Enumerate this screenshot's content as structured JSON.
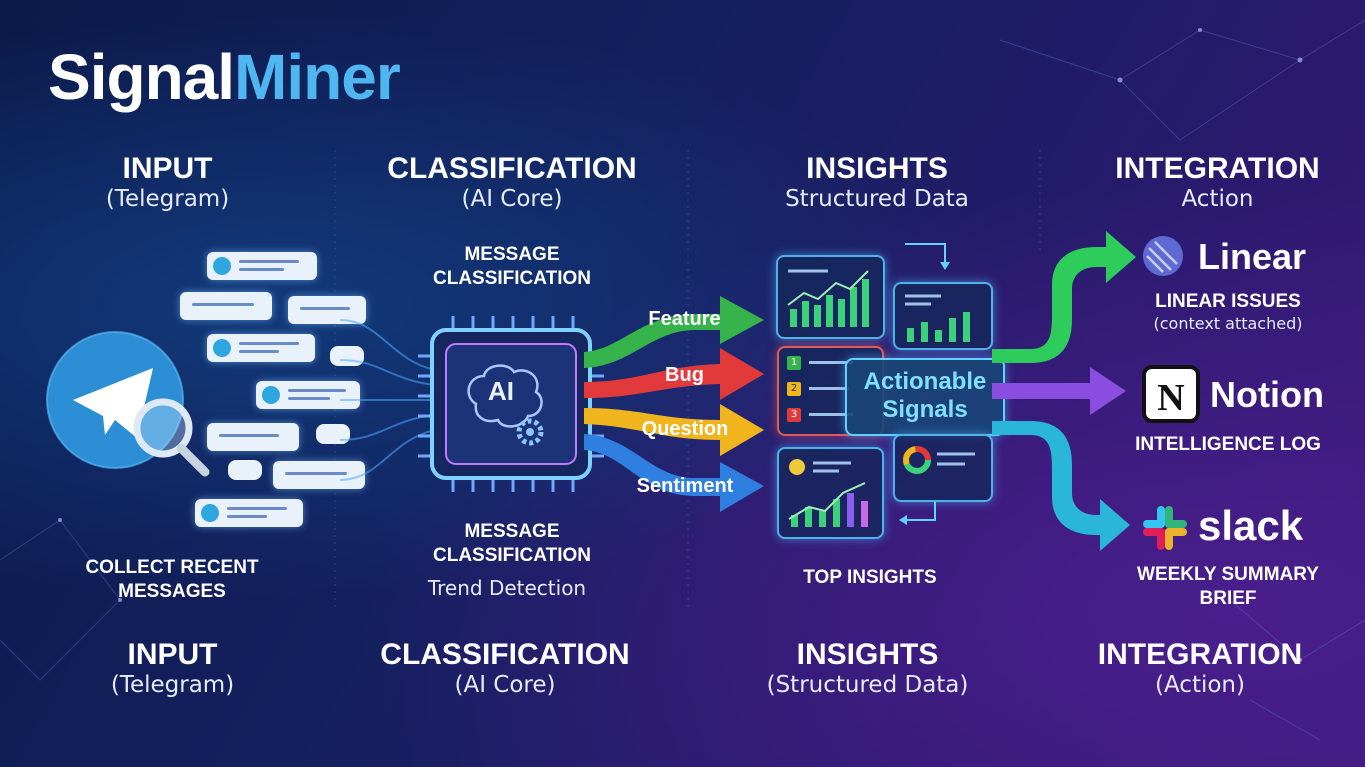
{
  "title": {
    "part1": "Signal",
    "part2": "Miner"
  },
  "top_columns": [
    {
      "heading": "INPUT",
      "sub": "(Telegram)"
    },
    {
      "heading": "CLASSIFICATION",
      "sub": "(AI Core)"
    },
    {
      "heading": "INSIGHTS",
      "sub": "Structured Data"
    },
    {
      "heading": "INTEGRATION",
      "sub": "Action"
    }
  ],
  "bottom_columns": [
    {
      "heading": "INPUT",
      "sub": "(Telegram)"
    },
    {
      "heading": "CLASSIFICATION",
      "sub": "(AI Core)"
    },
    {
      "heading": "INSIGHTS",
      "sub": "(Structured Data)"
    },
    {
      "heading": "INTEGRATION",
      "sub": "(Action)"
    }
  ],
  "input": {
    "caption_line1": "COLLECT RECENT",
    "caption_line2": "MESSAGES"
  },
  "classification": {
    "top_line1": "MESSAGE",
    "top_line2": "CLASSIFICATION",
    "chip_text": "AI",
    "bottom_line1": "MESSAGE",
    "bottom_line2": "CLASSIFICATION",
    "bottom_sub": "Trend Detection"
  },
  "categories": [
    {
      "label": "Feature",
      "color": "#36b34a"
    },
    {
      "label": "Bug",
      "color": "#e23a3a"
    },
    {
      "label": "Question",
      "color": "#f0b51c"
    },
    {
      "label": "Sentiment",
      "color": "#2f7fe0"
    }
  ],
  "insights": {
    "center_line1": "Actionable",
    "center_line2": "Signals",
    "caption": "TOP INSIGHTS",
    "rank_numbers": [
      "1",
      "2",
      "3"
    ]
  },
  "integrations": [
    {
      "brand": "Linear",
      "line1": "LINEAR ISSUES",
      "line2": "(context attached)",
      "icon": "linear-logo-icon",
      "color": "#2ecc5a"
    },
    {
      "brand": "Notion",
      "line1": "INTELLIGENCE LOG",
      "line2": "",
      "icon": "notion-logo-icon",
      "color": "#8a4fe0"
    },
    {
      "brand": "slack",
      "line1": "WEEKLY SUMMARY",
      "line2": "BRIEF",
      "icon": "slack-logo-icon",
      "color": "#2ab6d8"
    }
  ]
}
